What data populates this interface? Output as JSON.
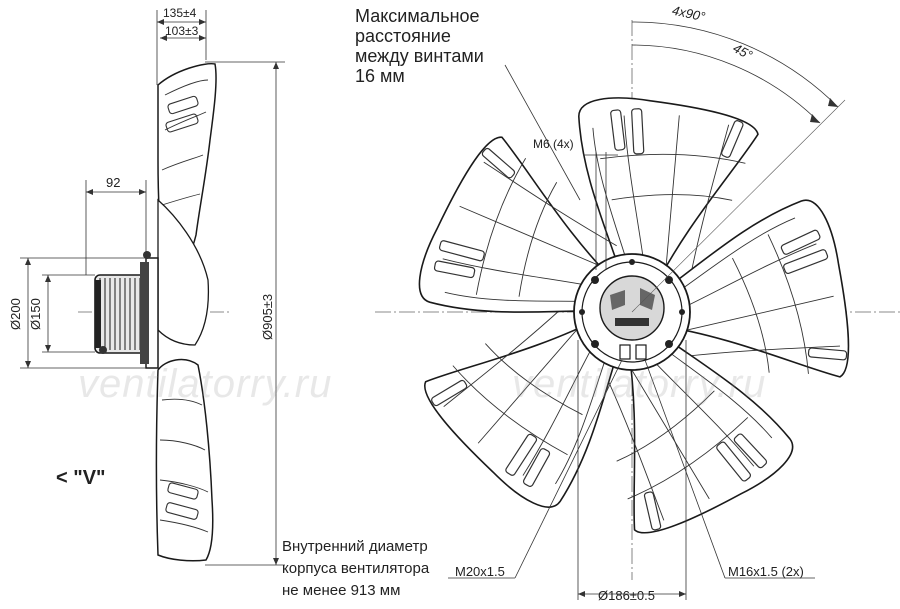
{
  "dims": {
    "d135": "135±4",
    "d103": "103±3",
    "d92": "92",
    "d200": "Ø200",
    "d150": "Ø150",
    "d905": "Ø905±3",
    "m6": "M6 (4x)",
    "a4x90": "4x90°",
    "a45": "45°",
    "m20": "M20x1.5",
    "m16": "M16x1.5 (2x)",
    "d186": "Ø186±0.5"
  },
  "view_label": "< \"V\"",
  "note_screws": [
    "Максимальное",
    "расстояние",
    "между винтами",
    "16 мм"
  ],
  "note_housing": [
    "Внутренний диаметр",
    "корпуса вентилятора",
    "не менее 913 мм"
  ],
  "watermark": "ventilatorry.ru",
  "colors": {
    "line": "#1a1a1a",
    "thin": "#555555",
    "dim": "#333333"
  }
}
